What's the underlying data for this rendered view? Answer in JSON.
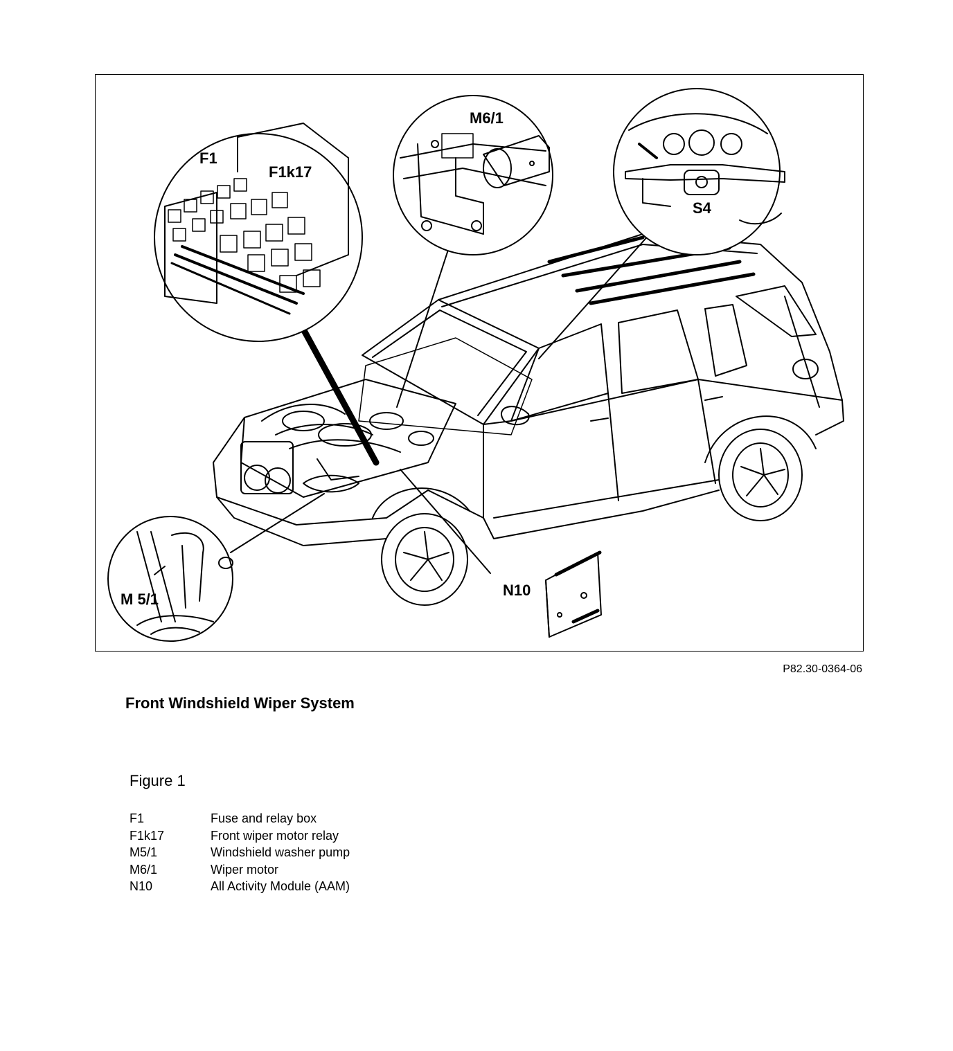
{
  "figure": {
    "callouts": {
      "f1": "F1",
      "f1k17": "F1k17",
      "m61": "M6/1",
      "s4": "S4",
      "m51": "M 5/1",
      "n10": "N10"
    },
    "ref_code": "P82.30-0364-06"
  },
  "title": "Front Windshield Wiper System",
  "figure_label": "Figure 1",
  "legend": [
    {
      "code": "F1",
      "desc": "Fuse and relay box"
    },
    {
      "code": "F1k17",
      "desc": "Front wiper motor relay"
    },
    {
      "code": "M5/1",
      "desc": "Windshield washer pump"
    },
    {
      "code": "M6/1",
      "desc": "Wiper motor"
    },
    {
      "code": "N10",
      "desc": "All Activity Module (AAM)"
    }
  ]
}
